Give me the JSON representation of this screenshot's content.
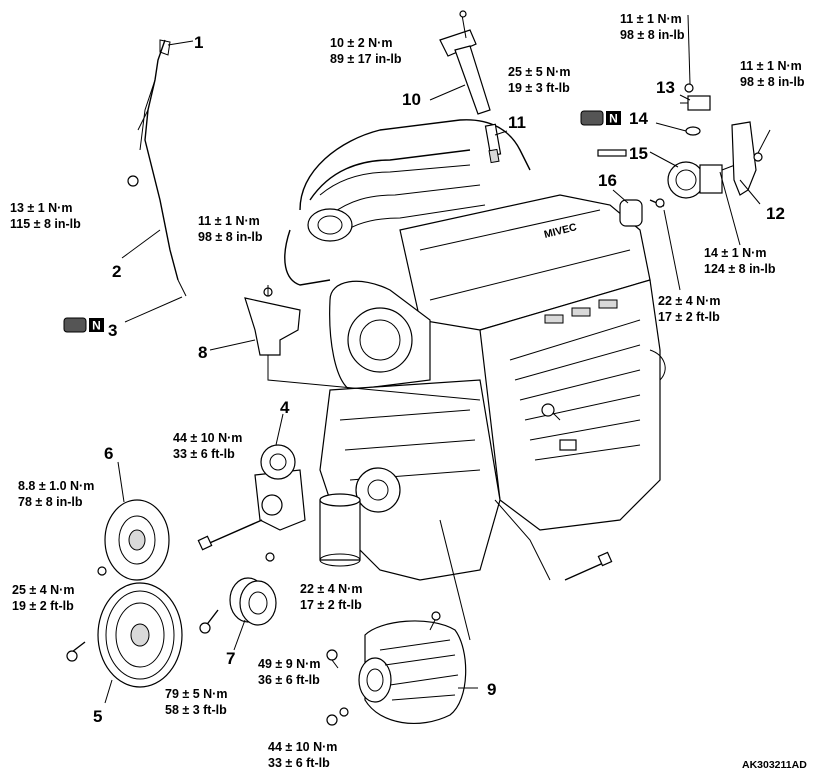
{
  "callouts": {
    "c1": "1",
    "c2": "2",
    "c3": "3",
    "c4": "4",
    "c5": "5",
    "c6": "6",
    "c7": "7",
    "c8": "8",
    "c9": "9",
    "c10": "10",
    "c11": "11",
    "c12": "12",
    "c13": "13",
    "c14": "14",
    "c15": "15",
    "c16": "16"
  },
  "torque": {
    "t10_a": "10 ± 2 N·m",
    "t10_b": "89 ± 17 in-lb",
    "t11_a": "25 ± 5 N·m",
    "t11_b": "19 ± 3 ft-lb",
    "t13_a": "11 ± 1 N·m",
    "t13_b": "98 ± 8 in-lb",
    "t12_a": "11 ± 1 N·m",
    "t12_b": "98 ± 8 in-lb",
    "t1_a": "13 ± 1 N·m",
    "t1_b": "115 ± 8 in-lb",
    "t8_a": "11 ± 1 N·m",
    "t8_b": "98 ± 8 in-lb",
    "t14r_a": "14 ± 1 N·m",
    "t14r_b": "124 ± 8 in-lb",
    "t16_a": "22 ± 4 N·m",
    "t16_b": "17 ± 2 ft-lb",
    "t4_a": "44 ± 10 N·m",
    "t4_b": "33 ± 6 ft-lb",
    "t6_a": "8.8 ± 1.0 N·m",
    "t6_b": "78 ± 8 in-lb",
    "t4b_a": "22 ± 4 N·m",
    "t4b_b": "17 ± 2 ft-lb",
    "t5_a": "25 ± 4 N·m",
    "t5_b": "19 ± 2 ft-lb",
    "t7_a": "79 ± 5 N·m",
    "t7_b": "58 ± 3 ft-lb",
    "t9_a": "49 ± 9 N·m",
    "t9_b": "36 ± 6 ft-lb",
    "t9b_a": "44 ± 10 N·m",
    "t9b_b": "33 ± 6 ft-lb"
  },
  "symbols": {
    "new_part": "N"
  },
  "doc_id": "AK303211AD"
}
